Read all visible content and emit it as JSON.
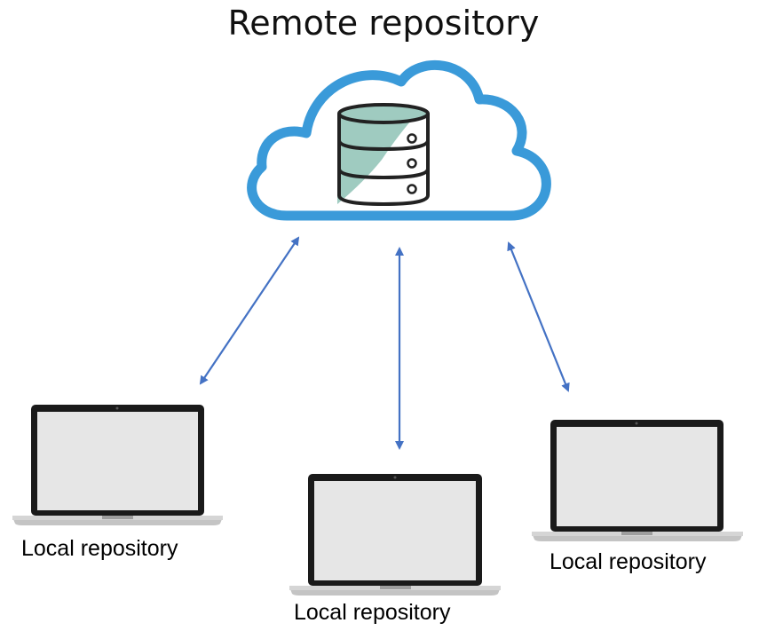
{
  "diagram": {
    "remote": {
      "title": "Remote repository",
      "cloud_icon": "cloud-icon",
      "server_icon": "database-server-icon"
    },
    "locals": [
      {
        "label": "Local repository",
        "icon": "laptop-icon"
      },
      {
        "label": "Local repository",
        "icon": "laptop-icon"
      },
      {
        "label": "Local repository",
        "icon": "laptop-icon"
      }
    ],
    "connectors": {
      "type": "bidirectional-arrow",
      "count": 3
    },
    "colors": {
      "cloud_stroke": "#3A9AD9",
      "arrow": "#4472C4",
      "db_fill": "#9FCBC0",
      "screen": "#E6E6E6",
      "bezel": "#1A1A1A",
      "laptop_base": "#C4C4C4"
    }
  }
}
